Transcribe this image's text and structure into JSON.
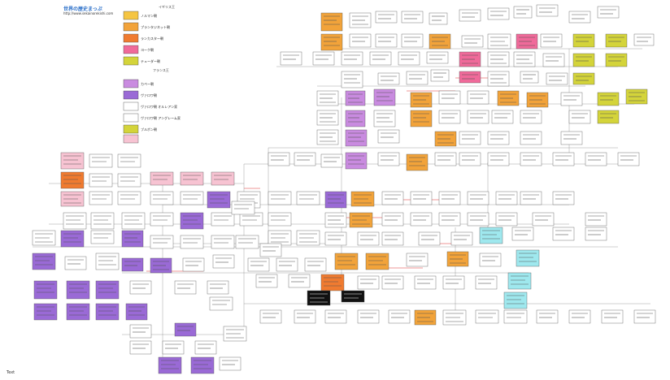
{
  "header": {
    "title": "世界の歴史まっぷ",
    "url": "http://www.sekainorekishi.com"
  },
  "legend": {
    "england_heading": "イギリス王",
    "france_heading": "フランス王",
    "items_england": [
      "ノルマン朝",
      "プランタジネット朝",
      "ランカスター朝",
      "ヨーク朝",
      "テューダー朝"
    ],
    "items_france": [
      "カペー朝",
      "ヴァロワ朝",
      "ヴァロワ朝 オルレアン家",
      "ヴァロワ朝 アングレーム家",
      "ブルボン朝"
    ],
    "colors": {
      "norman": "#f5c542",
      "plantagenet": "#f2a33a",
      "lancaster": "#f07b30",
      "york": "#f06a9a",
      "tudor": "#d4d43a",
      "capet": "#c98be0",
      "valois": "#9a6ad6",
      "bourbon": "#d4d43a",
      "pink_light": "#f7c3d2",
      "cyan": "#9fe8ee",
      "red_line": "#e03030",
      "black_label": "#111111"
    }
  },
  "footer": {
    "text": "Text"
  }
}
